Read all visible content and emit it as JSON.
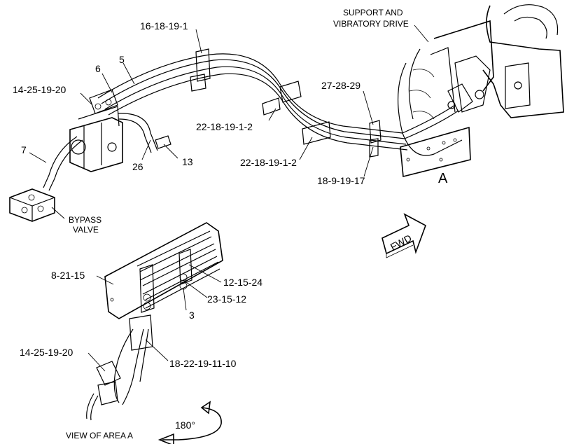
{
  "callouts": {
    "support_line1": "SUPPORT AND",
    "support_line2": "VIBRATORY DRIVE",
    "c_16_18_19_1": "16-18-19-1",
    "c_5": "5",
    "c_6": "6",
    "c_14_25_19_20_top": "14-25-19-20",
    "c_27_28_29": "27-28-29",
    "c_22_18_19_1_2_upper": "22-18-19-1-2",
    "c_22_18_19_1_2_lower": "22-18-19-1-2",
    "c_18_9_19_17": "18-9-19-17",
    "c_7": "7",
    "c_26": "26",
    "c_13": "13",
    "bypass_line1": "BYPASS",
    "bypass_line2": "VALVE",
    "area_letter": "A",
    "fwd": "FWD",
    "c_8_21_15": "8-21-15",
    "c_12_15_24": "12-15-24",
    "c_23_15_12": "23-15-12",
    "c_3": "3",
    "c_14_25_19_20_bottom": "14-25-19-20",
    "c_18_22_19_11_10": "18-22-19-11-10",
    "view_caption": "VIEW OF AREA  A",
    "rotation": "180°"
  }
}
